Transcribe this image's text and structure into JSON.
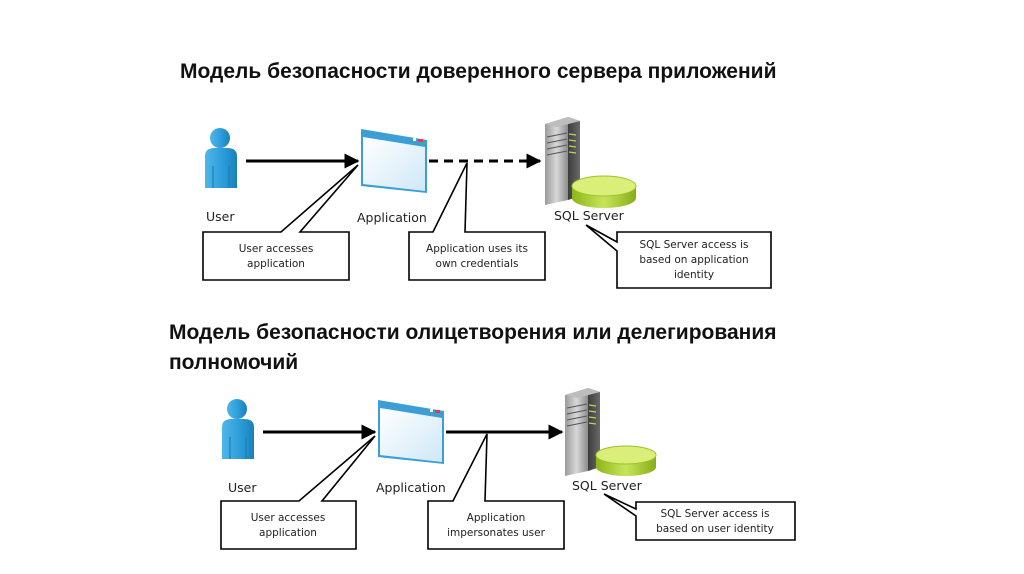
{
  "diagrams": [
    {
      "title": "Модель безопасности доверенного сервера приложений",
      "nodes": {
        "user": "User",
        "application": "Application",
        "server": "SQL Server"
      },
      "connection_app_to_server": "dashed",
      "callouts": {
        "user": [
          "User accesses",
          "application"
        ],
        "application": [
          "Application uses its",
          "own credentials"
        ],
        "server": [
          "SQL Server access is",
          "based on application",
          "identity"
        ]
      }
    },
    {
      "title": "Модель безопасности олицетворения или делегирования полномочий",
      "nodes": {
        "user": "User",
        "application": "Application",
        "server": "SQL Server"
      },
      "connection_app_to_server": "solid",
      "callouts": {
        "user": [
          "User accesses",
          "application"
        ],
        "application": [
          "Application",
          "impersonates user"
        ],
        "server": [
          "SQL Server access is",
          "based on user identity"
        ]
      }
    }
  ],
  "colors": {
    "user_icon": "#2a9bd8",
    "window_frame": "#3b9fd6",
    "database": "#a8cc2a",
    "server": "#6b6b6b"
  }
}
